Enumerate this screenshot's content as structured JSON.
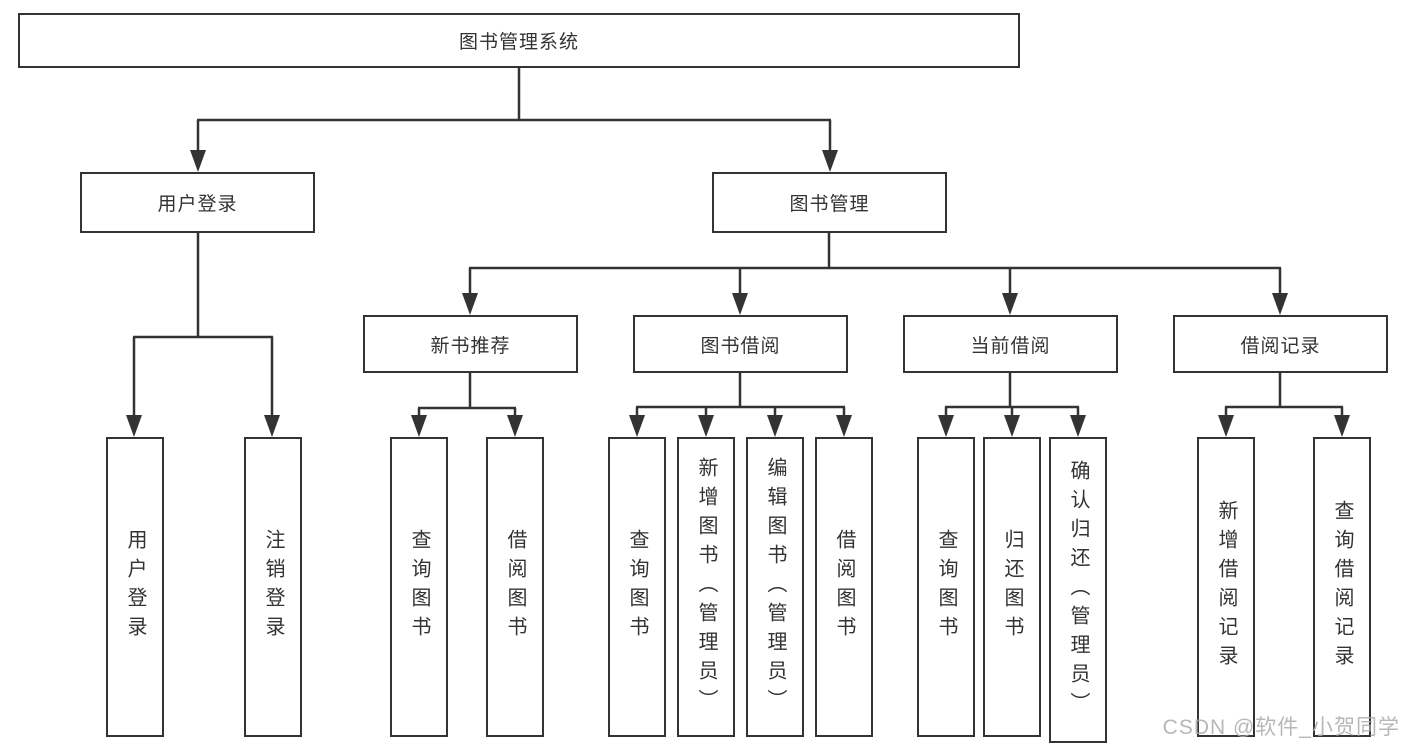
{
  "diagram_type": "function-structure-tree",
  "colors": {
    "line": "#333333",
    "box_border": "#333333",
    "box_background": "#ffffff",
    "text": "#333333",
    "watermark": "#ababab"
  },
  "root": {
    "label": "图书管理系统"
  },
  "level2": [
    {
      "label": "用户登录"
    },
    {
      "label": "图书管理"
    }
  ],
  "level3": [
    {
      "label": "新书推荐"
    },
    {
      "label": "图书借阅"
    },
    {
      "label": "当前借阅"
    },
    {
      "label": "借阅记录"
    }
  ],
  "leaves": {
    "user_login": [
      {
        "label": "用户登录"
      },
      {
        "label": "注销登录"
      }
    ],
    "new_book": [
      {
        "label": "查询图书"
      },
      {
        "label": "借阅图书"
      }
    ],
    "book_borrow": [
      {
        "label": "查询图书"
      },
      {
        "label": "新增图书（管理员）"
      },
      {
        "label": "编辑图书（管理员）"
      },
      {
        "label": "借阅图书"
      }
    ],
    "current_borrow": [
      {
        "label": "查询图书"
      },
      {
        "label": "归还图书"
      },
      {
        "label": "确认归还（管理员）"
      }
    ],
    "borrow_record": [
      {
        "label": "新增借阅记录"
      },
      {
        "label": "查询借阅记录"
      }
    ]
  },
  "watermark": "CSDN @软件_小贺同学"
}
